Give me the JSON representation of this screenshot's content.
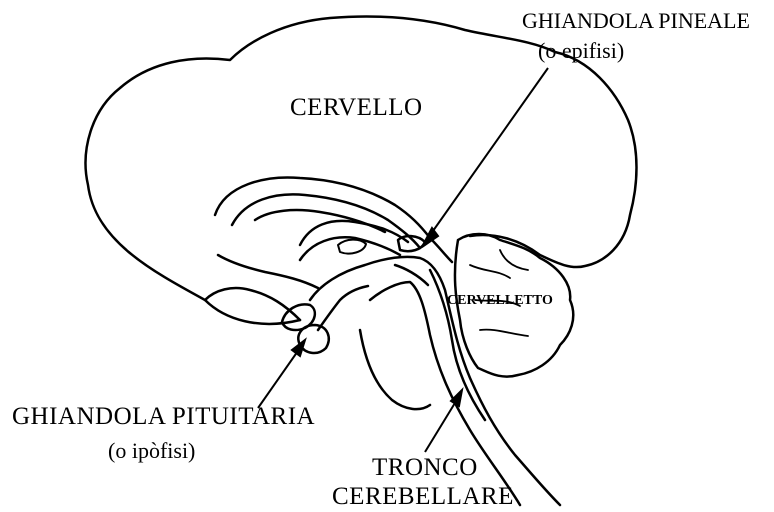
{
  "labels": {
    "cervello": "CERVELLO",
    "pineale_title": "GHIANDOLA PINEALE",
    "pineale_sub": "(o epifisi)",
    "cervelletto": "CERVELLETTO",
    "pituitaria_title": "GHIANDOLA PITUITARIA",
    "pituitaria_sub": "(o ipòfisi)",
    "tronco_line1": "TRONCO",
    "tronco_line2": "CEREBELLARE"
  }
}
